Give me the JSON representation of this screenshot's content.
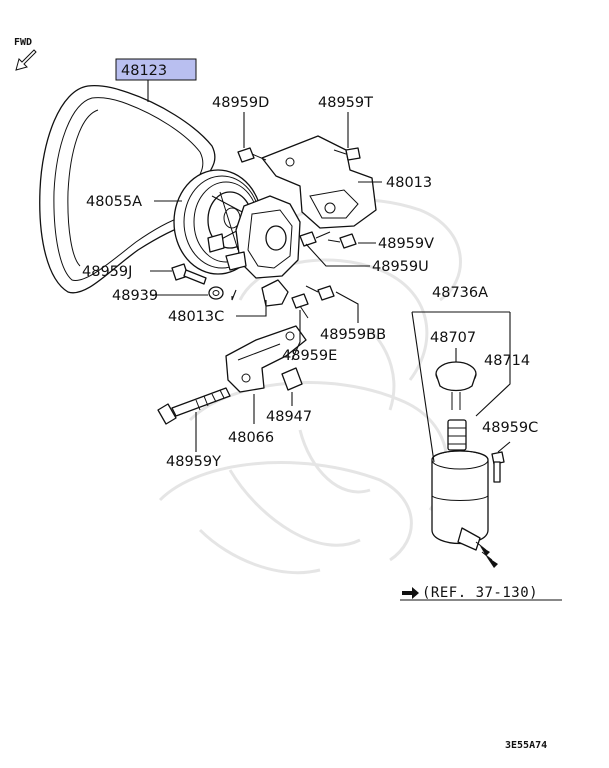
{
  "fwd_label": "FWD",
  "highlight_color": "#b9bff0",
  "diagram_code": "3E55A74",
  "reference": "(REF. 37-130)",
  "labels": {
    "p48123": "48123",
    "p48959D": "48959D",
    "p48959T": "48959T",
    "p48055A": "48055A",
    "p48013": "48013",
    "p48959V": "48959V",
    "p48959J": "48959J",
    "p48959U": "48959U",
    "p48939": "48939",
    "p48736A": "48736A",
    "p48013C": "48013C",
    "p48959BB": "48959BB",
    "p48707": "48707",
    "p48959E": "48959E",
    "p48714": "48714",
    "p48947": "48947",
    "p48066": "48066",
    "p48959C": "48959C",
    "p48959Y": "48959Y"
  }
}
